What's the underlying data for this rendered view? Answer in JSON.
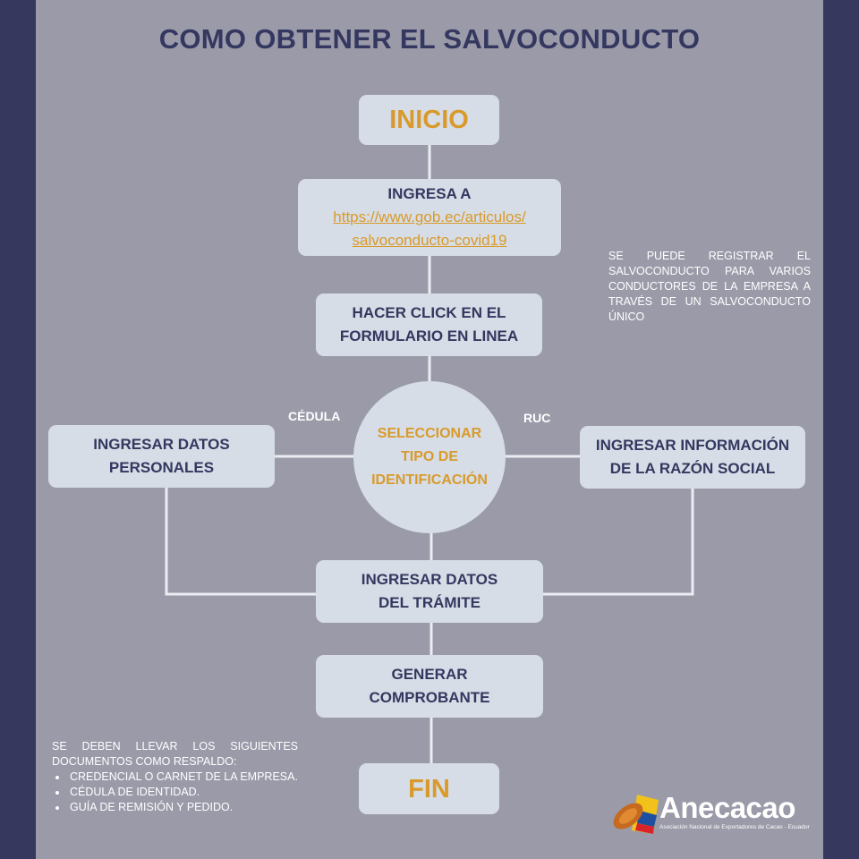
{
  "title": "COMO OBTENER EL SALVOCONDUCTO",
  "steps": {
    "start": "INICIO",
    "step1_line1": "INGRESA A",
    "step1_link_line1": "https://www.gob.ec/articulos/",
    "step1_link_line2": "salvoconducto-covid19",
    "step2_line1": "HACER CLICK EN EL",
    "step2_line2": "FORMULARIO EN LINEA",
    "decision_line1": "SELECCIONAR",
    "decision_line2": "TIPO DE",
    "decision_line3": "IDENTIFICACIÓN",
    "branch_left": "CÉDULA",
    "branch_right": "RUC",
    "left_line1": "INGRESAR DATOS",
    "left_line2": "PERSONALES",
    "right_line1": "INGRESAR INFORMACIÓN",
    "right_line2": "DE LA RAZÓN SOCIAL",
    "step3_line1": "INGRESAR DATOS",
    "step3_line2": "DEL TRÁMITE",
    "step4_line1": "GENERAR",
    "step4_line2": "COMPROBANTE",
    "end": "FIN"
  },
  "side_note": "SE PUEDE REGISTRAR EL SALVOCONDUCTO PARA VARIOS CONDUCTORES DE LA EMPRESA A TRAVÉS DE UN SALVOCONDUCTO ÚNICO",
  "documents_note": {
    "intro": "SE DEBEN LLEVAR LOS SIGUIENTES DOCUMENTOS COMO RESPALDO:",
    "items": [
      "CREDENCIAL O CARNET DE LA EMPRESA.",
      "CÉDULA DE IDENTIDAD.",
      "GUÍA DE REMISIÓN Y PEDIDO."
    ]
  },
  "logo": {
    "name": "Anecacao",
    "tagline": "Asociación Nacional de Exportadores de Cacao - Ecuador",
    "icon": "cacao-pod-icon"
  },
  "colors": {
    "frame": "#36385e",
    "background": "#9a9aa9",
    "box": "#d6dde6",
    "text": "#34375f",
    "accent": "#d99a2b",
    "connector": "#e9edf2"
  }
}
